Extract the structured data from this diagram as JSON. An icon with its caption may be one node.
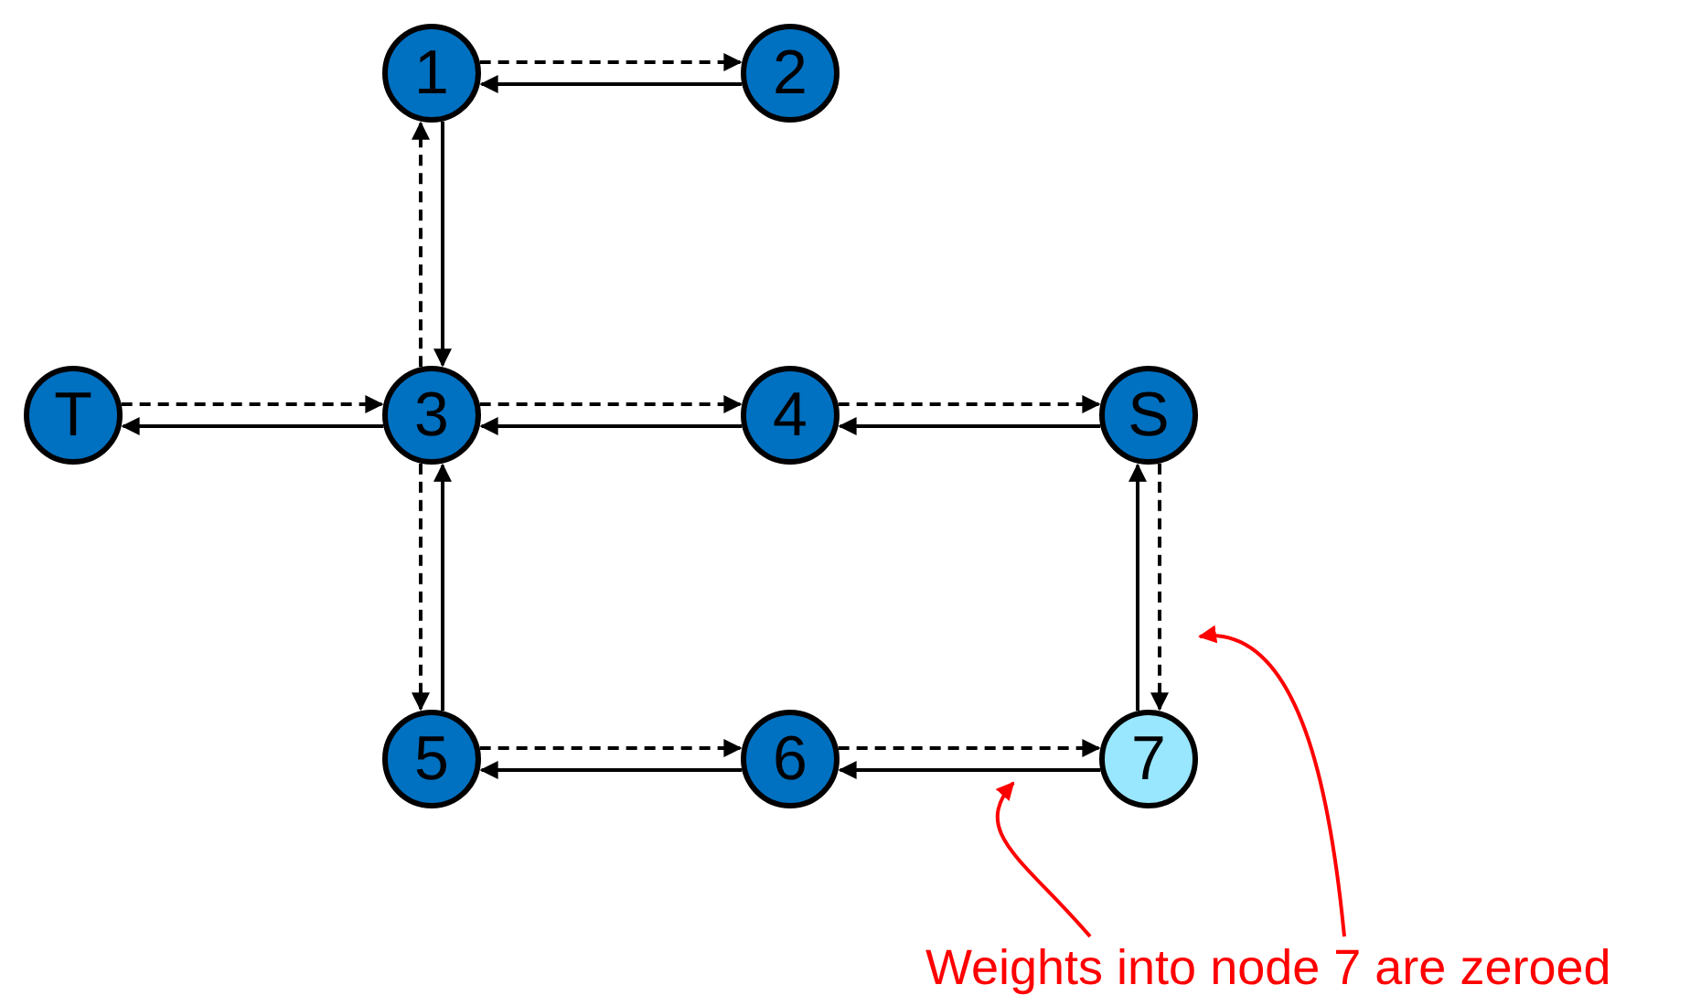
{
  "diagram": {
    "nodes": [
      {
        "text": [
          "1"
        ]
      },
      {
        "text": [
          "2"
        ]
      },
      {
        "text": [
          "T"
        ]
      },
      {
        "text": [
          "3"
        ]
      },
      {
        "text": [
          "4"
        ]
      },
      {
        "text": [
          "S"
        ]
      },
      {
        "text": [
          "5"
        ]
      },
      {
        "text": [
          "6"
        ]
      },
      {
        "text": [
          "7"
        ]
      },
      {
        "text": [
          "Weights into node 7 are zeroed"
        ]
      }
    ],
    "edges": [
      {
        "from": 0,
        "to": 1,
        "arrow": "to",
        "style": "dashed"
      },
      {
        "from": 1,
        "to": 0,
        "arrow": "to"
      },
      {
        "from": 3,
        "to": 0,
        "arrow": "to",
        "style": "dashed"
      },
      {
        "from": 0,
        "to": 3,
        "arrow": "to"
      },
      {
        "from": 2,
        "to": 3,
        "arrow": "to",
        "style": "dashed"
      },
      {
        "from": 3,
        "to": 2,
        "arrow": "to"
      },
      {
        "from": 3,
        "to": 4,
        "arrow": "to",
        "style": "dashed"
      },
      {
        "from": 4,
        "to": 3,
        "arrow": "to"
      },
      {
        "from": 4,
        "to": 5,
        "arrow": "to",
        "style": "dashed"
      },
      {
        "from": 5,
        "to": 4,
        "arrow": "to"
      },
      {
        "from": 3,
        "to": 6,
        "arrow": "to",
        "style": "dashed"
      },
      {
        "from": 6,
        "to": 3,
        "arrow": "to"
      },
      {
        "from": 5,
        "to": 8,
        "arrow": "to",
        "style": "dashed"
      },
      {
        "from": 8,
        "to": 5,
        "arrow": "to"
      },
      {
        "from": 6,
        "to": 7,
        "arrow": "to",
        "style": "dashed"
      },
      {
        "from": 7,
        "to": 6,
        "arrow": "to"
      },
      {
        "from": 7,
        "to": 8,
        "arrow": "to",
        "style": "dashed"
      },
      {
        "from": 8,
        "to": 7,
        "arrow": "to"
      },
      {
        "from": 9,
        "to": null,
        "arrow": "to",
        "color": "#ff0000"
      },
      {
        "from": 9,
        "to": null,
        "arrow": "to",
        "color": "#ff0000"
      }
    ]
  }
}
